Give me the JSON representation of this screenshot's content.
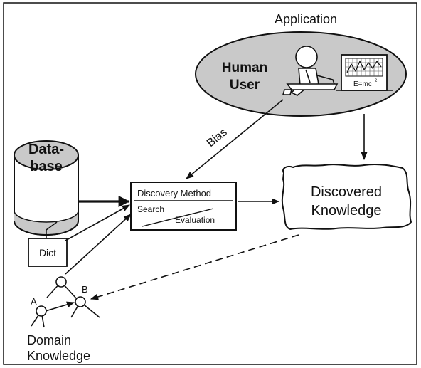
{
  "labels": {
    "application": "Application",
    "human_user_line1": "Human",
    "human_user_line2": "User",
    "screen_formula": "E=mc",
    "screen_formula_sup": "2",
    "bias": "Bias",
    "database_line1": "Data-",
    "database_line2": "base",
    "dict": "Dict",
    "discovery_method": "Discovery Method",
    "search": "Search",
    "evaluation": "Evaluation",
    "discovered_line1": "Discovered",
    "discovered_line2": "Knowledge",
    "node_a": "A",
    "node_b": "B",
    "domain_line1": "Domain",
    "domain_line2": "Knowledge"
  },
  "colors": {
    "ellipse_fill": "#c9c9c9",
    "cylinder_bottom_fill": "#c9c9c9",
    "stroke": "#111111"
  }
}
